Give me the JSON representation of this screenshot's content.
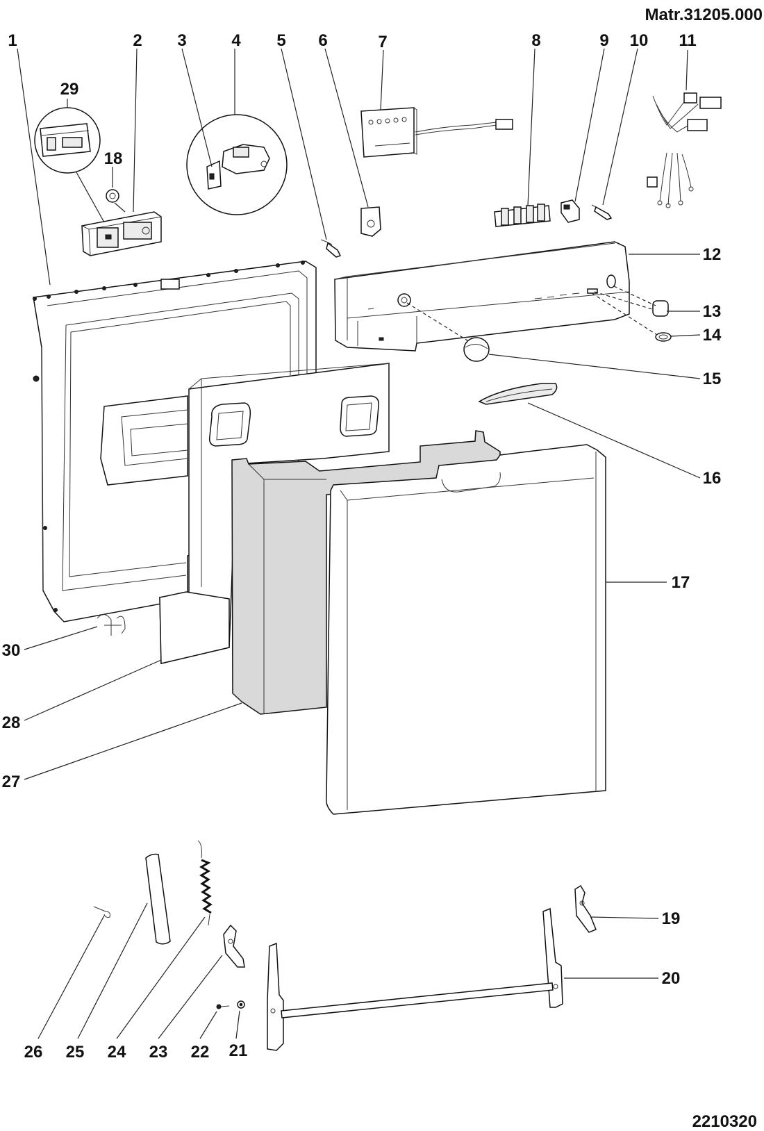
{
  "header": {
    "material_code": "Matr.31205.000"
  },
  "footer": {
    "drawing_number": "2210320"
  },
  "callouts": {
    "c1": "1",
    "c2": "2",
    "c3": "3",
    "c4": "4",
    "c5": "5",
    "c6": "6",
    "c7": "7",
    "c8": "8",
    "c9": "9",
    "c10": "10",
    "c11": "11",
    "c12": "12",
    "c13": "13",
    "c14": "14",
    "c15": "15",
    "c16": "16",
    "c17": "17",
    "c18": "18",
    "c19": "19",
    "c20": "20",
    "c21": "21",
    "c22": "22",
    "c23": "23",
    "c24": "24",
    "c25": "25",
    "c26": "26",
    "c27": "27",
    "c28": "28",
    "c29": "29",
    "c30": "30"
  }
}
